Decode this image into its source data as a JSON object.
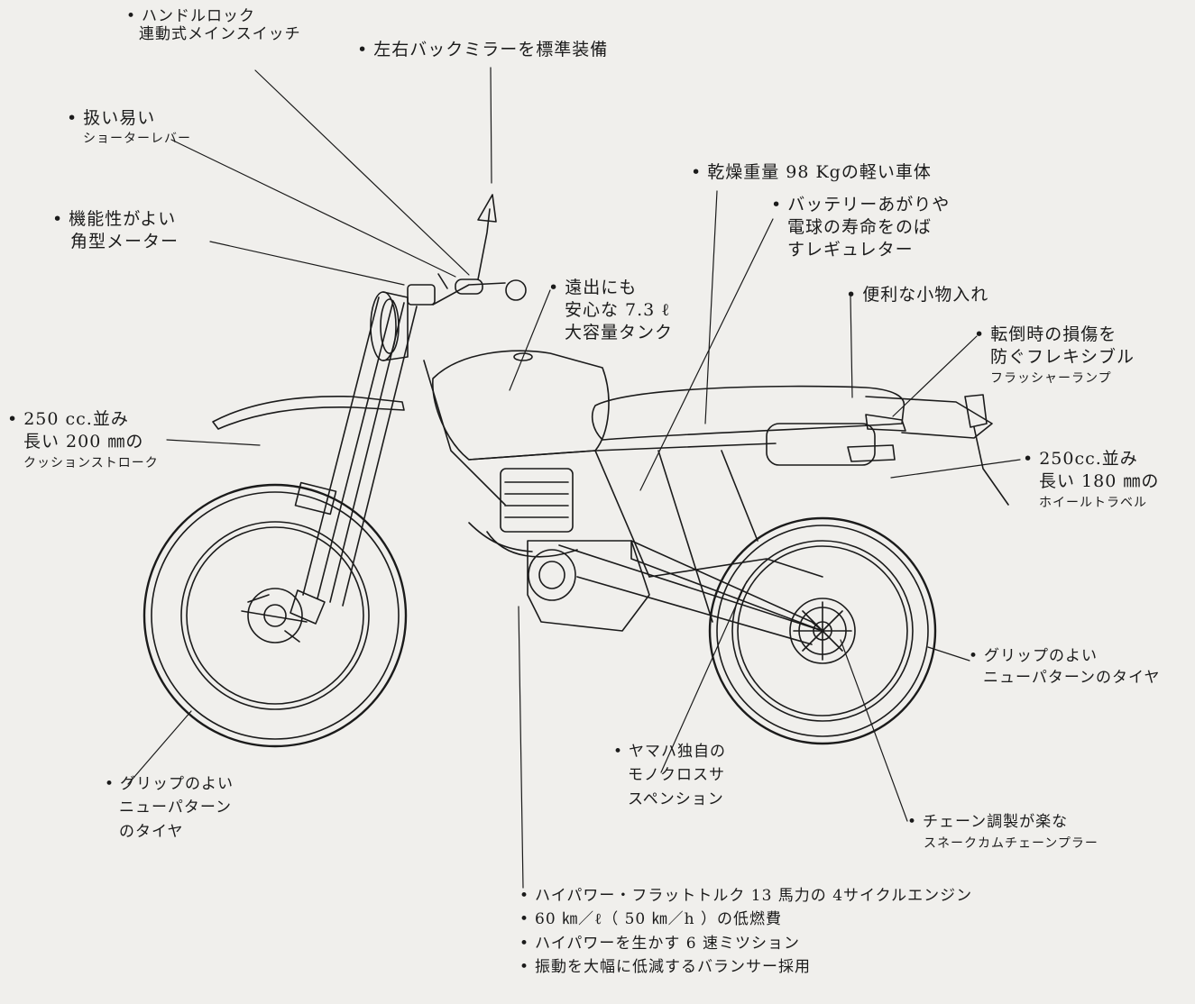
{
  "bullet": "•",
  "colors": {
    "paper": "#f0efec",
    "ink": "#1b1b1b"
  },
  "labels": {
    "handlebar_lock": [
      "ハンドルロック",
      "連動式メインスイッチ"
    ],
    "mirrors": [
      "左右バックミラーを標準装備"
    ],
    "choke_lever": [
      "扱い易い",
      "ショーターレバー"
    ],
    "meter": [
      "機能性がよい",
      "角型メーター"
    ],
    "dry_weight": [
      "乾燥重量 98 Kgの軽い車体"
    ],
    "regulator": [
      "バッテリーあがりや",
      "電球の寿命をのば",
      "すレギュレター"
    ],
    "fuel_tank": [
      "遠出にも",
      "安心な 7.3 ℓ",
      "大容量タンク"
    ],
    "storage": [
      "便利な小物入れ"
    ],
    "flasher": [
      "転倒時の損傷を",
      "防ぐフレキシブル",
      "フラッシャーランプ"
    ],
    "front_stroke": [
      "250 cc.並み",
      "長い 200 ㎜の",
      "クッションストローク"
    ],
    "rear_travel": [
      "250cc.並み",
      "長い 180 ㎜の",
      "ホイールトラベル"
    ],
    "rear_tire": [
      "グリップのよい",
      "ニューパターンのタイヤ"
    ],
    "mono_cross": [
      "ヤマハ独自の",
      "モノクロスサ",
      "スペンション"
    ],
    "front_tire": [
      "グリップのよい",
      "ニューパターン",
      "のタイヤ"
    ],
    "chain_adjuster": [
      "チェーン調製が楽な",
      "スネークカムチェーンプラー"
    ],
    "engine_specs": [
      "ハイパワー・フラットトルク 13 馬力の 4サイクルエンジン",
      "60 ㎞／ℓ（ 50 ㎞／h ）の低燃費",
      "ハイパワーを生かす 6 速ミツション",
      "振動を大幅に低減するバランサー採用"
    ]
  }
}
